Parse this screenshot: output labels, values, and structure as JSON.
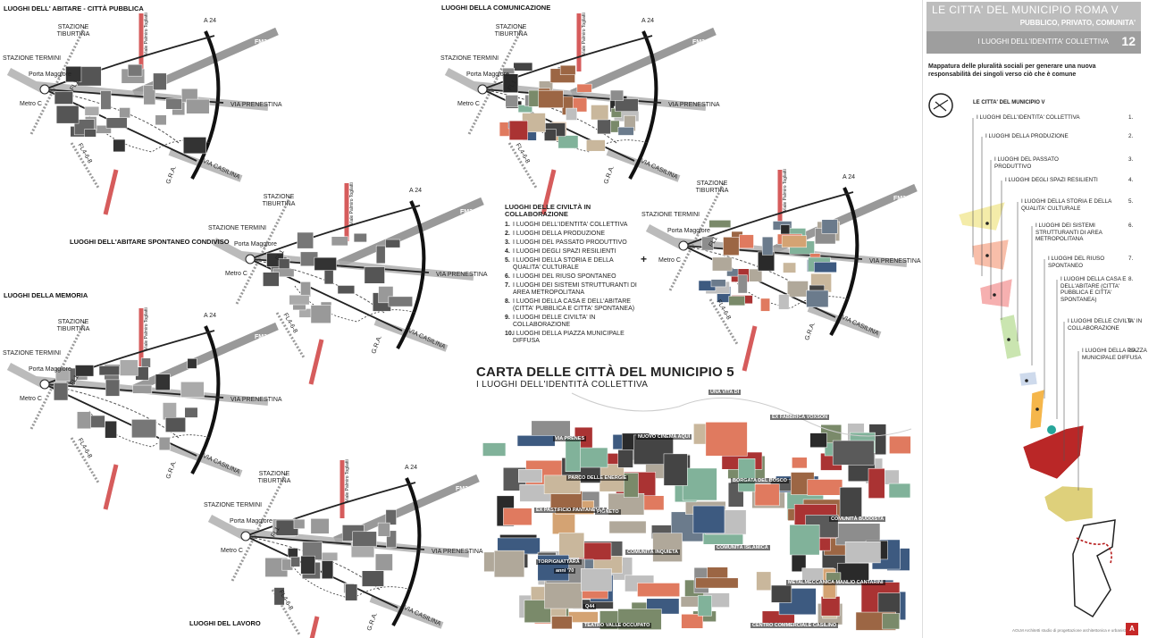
{
  "sidebar": {
    "title": "LE CITTA' DEL MUNICIPIO ROMA V",
    "subtitle": "PUBBLICO, PRIVATO, COMUNITA'",
    "section_title": "I LUOGHI DELL'IDENTITA' COLLETTIVA",
    "page_number": "12",
    "description": "Mappatura delle pluralità sociali per generare una nuova responsabilità dei singoli verso ciò che è comune",
    "city_label": "LE CITTA' DEL MUNICIPIO V",
    "items": [
      {
        "label": "I LUOGHI DELL'IDENTITA' COLLETTIVA",
        "num": "1."
      },
      {
        "label": "I LUOGHI DELLA PRODUZIONE",
        "num": "2."
      },
      {
        "label": "I LUOGHI DEL PASSATO PRODUTTIVO",
        "num": "3."
      },
      {
        "label": "I LUOGHI DEGLI SPAZI RESILIENTI",
        "num": "4."
      },
      {
        "label": "I LUOGHI DELLA STORIA E DELLA QUALITA' CULTURALE",
        "num": "5."
      },
      {
        "label": "I LUOGHI DEI SISTEMI STRUTTURANTI DI AREA METROPOLITANA",
        "num": "6."
      },
      {
        "label": "I LUOGHI DEL RIUSO SPONTANEO",
        "num": "7."
      },
      {
        "label": "I LUOGHI DELLA CASA E DELL'ABITARE (CITTA' PUBBLICA E CITTA' SPONTANEA)",
        "num": "8."
      },
      {
        "label": "I LUOGHI DELLE CIVILTA' IN COLLABORAZIONE",
        "num": "9."
      },
      {
        "label": "I LUOGHI DELLA PIAZZA MUNICIPALE DIFFUSA",
        "num": "10."
      }
    ],
    "footer": "AOLM Architetti studio di progettazione architettonica e urbanistica",
    "colors": {
      "header": "#bdbdbd",
      "header_bar": "#9e9e9e",
      "accent_red": "#b71c1c",
      "teal": "#26a69a"
    }
  },
  "map_labels": {
    "a24": "A 24",
    "fm2": "FM2",
    "stazione_termini": "STAZIONE TERMINI",
    "stazione_tiburtina": "STAZIONE TIBURTINA",
    "porta_maggiore": "Porta Maggiore",
    "metro_c": "Metro C",
    "via_prenestina": "VIA PRENESTINA",
    "via_casilina": "VIA CASILINA",
    "gra": "G.R.A.",
    "fl1": "FL1",
    "fl4": "FL4-6-8",
    "palmiro": "Viale Palmiro Togliatti"
  },
  "sections": {
    "s1": "LUOGHI DELL' ABITARE - CITTÀ PUBBLICA",
    "s2": "LUOGHI DELLA COMUNICAZIONE",
    "s3": "LUOGHI DELL'ABITARE SPONTANEO CONDIVISO",
    "s4": "LUOGHI DELLA MEMORIA",
    "s5": "LUOGHI DEL LAVORO"
  },
  "legend": {
    "title": "LUOGHI DELLE CIVILTÀ IN COLLABORAZIONE",
    "items": [
      {
        "n": "1.",
        "label": "I LUOGHI DELL'IDENTITA' COLLETTIVA"
      },
      {
        "n": "2.",
        "label": "I LUOGHI DELLA PRODUZIONE"
      },
      {
        "n": "3.",
        "label": "I LUOGHI DEL PASSATO PRODUTTIVO"
      },
      {
        "n": "4.",
        "label": "I LUOGHI DEGLI SPAZI RESILIENTI"
      },
      {
        "n": "5.",
        "label": "I LUOGHI DELLA STORIA E DELLA QUALITA' CULTURALE"
      },
      {
        "n": "6.",
        "label": "I LUOGHI DEL RIUSO SPONTANEO"
      },
      {
        "n": "7.",
        "label": "I LUOGHI DEI SISTEMI STRUTTURANTI DI AREA METROPOLITANA"
      },
      {
        "n": "8.",
        "label": "I LUOGHI DELLA CASA E DELL'ABITARE (CITTA' PUBBLICA E CITTA' SPONTANEA)"
      },
      {
        "n": "9.",
        "label": "I LUOGHI DELLE CIVILTA' IN COLLABORAZIONE"
      },
      {
        "n": "10.",
        "label": "I LUOGHI DELLA PIAZZA MUNICIPALE DIFFUSA"
      }
    ]
  },
  "plus_sign": "+",
  "main_title": "CARTA DELLE CITTÀ DEL MUNICIPIO 5",
  "main_subtitle": "I LUOGHI DELL'IDENTITÀ COLLETTIVA",
  "collage_labels": {
    "una_vita": "UNA VITA DI",
    "ex_fabbrica": "EX FABBRICA VOXSON",
    "via_prenestina": "VIA PRENES",
    "nuovo_cinema": "NUOVO CINEMA AQUI",
    "parco": "PARCO DELLE ENERGIE",
    "borgata": "BORGATA DEL BOSCO",
    "pastificio": "EX PASTIFICIO PANTANELLA",
    "pigneto": "PIGNETO",
    "comunita_islamica": "COMUNITÀ ISLAMICA",
    "comunita_buddista": "COMUNITÀ BUDDISTA",
    "comunita_inquieta": "COMUNITÀ INQUIETA",
    "centro": "CENTRO COMMERCIALE CASILINO",
    "teatro": "TEATRO VALLE OCCUPATO",
    "torpignattara": "TORPIGNATTARA",
    "anni70": "anni '70",
    "q44": "Q44",
    "metalmeccanica": "METALMECCANICA MANLIO CANTARINI"
  }
}
